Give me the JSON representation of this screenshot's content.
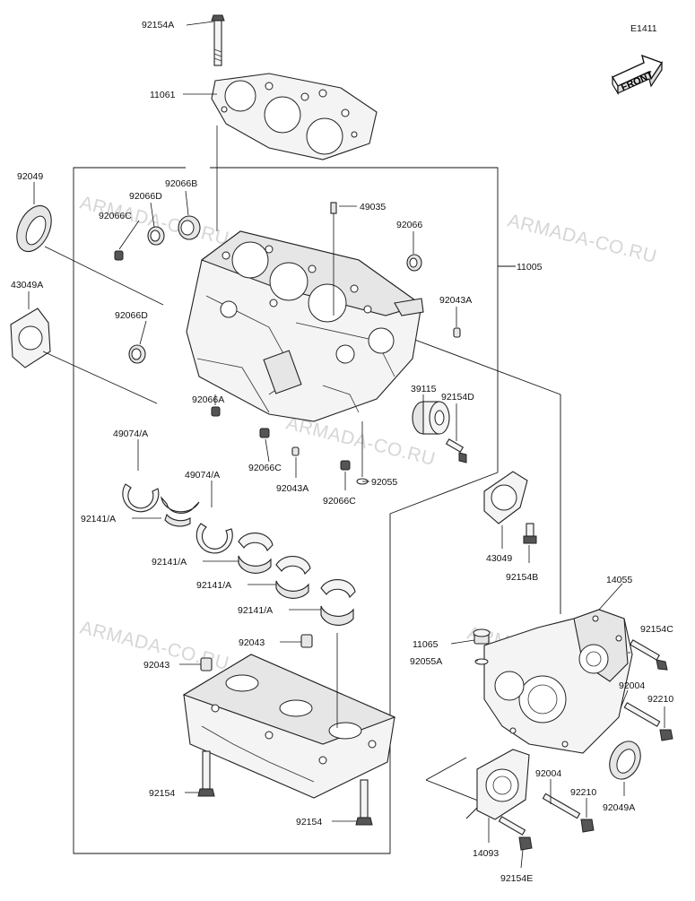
{
  "diagram_code": "E1411",
  "front_arrow_text": "FRONT",
  "watermark": "ARMADA-CO.RU",
  "parts": {
    "p92154A": "92154A",
    "p11061": "11061",
    "p92049": "92049",
    "p92066D_top": "92066D",
    "p92066B": "92066B",
    "p92066C_top": "92066C",
    "p49035": "49035",
    "p92066": "92066",
    "p11005": "11005",
    "p43049A": "43049A",
    "p92043A_right": "92043A",
    "p92066D_left": "92066D",
    "p39115": "39115",
    "p92066A": "92066A",
    "p92154D": "92154D",
    "p49074A_left": "49074/A",
    "p92066C_mid": "92066C",
    "p92043A_mid": "92043A",
    "p92055": "92055",
    "p49074A_mid": "49074/A",
    "p92066C_low": "92066C",
    "p43049": "43049",
    "p92141A_1": "92141/A",
    "p92154B": "92154B",
    "p92141A_2": "92141/A",
    "p92141A_3": "92141/A",
    "p14055": "14055",
    "p92141A_4": "92141/A",
    "p11065": "11065",
    "p92154C": "92154C",
    "p92055A": "92055A",
    "p92043_top": "92043",
    "p92043_left": "92043",
    "p92004_upper": "92004",
    "p92210_upper": "92210",
    "p92154_left": "92154",
    "p92004_lower": "92004",
    "p92210_lower": "92210",
    "p92049A": "92049A",
    "p92154_bottom": "92154",
    "p14093": "14093",
    "p92154E": "92154E"
  }
}
